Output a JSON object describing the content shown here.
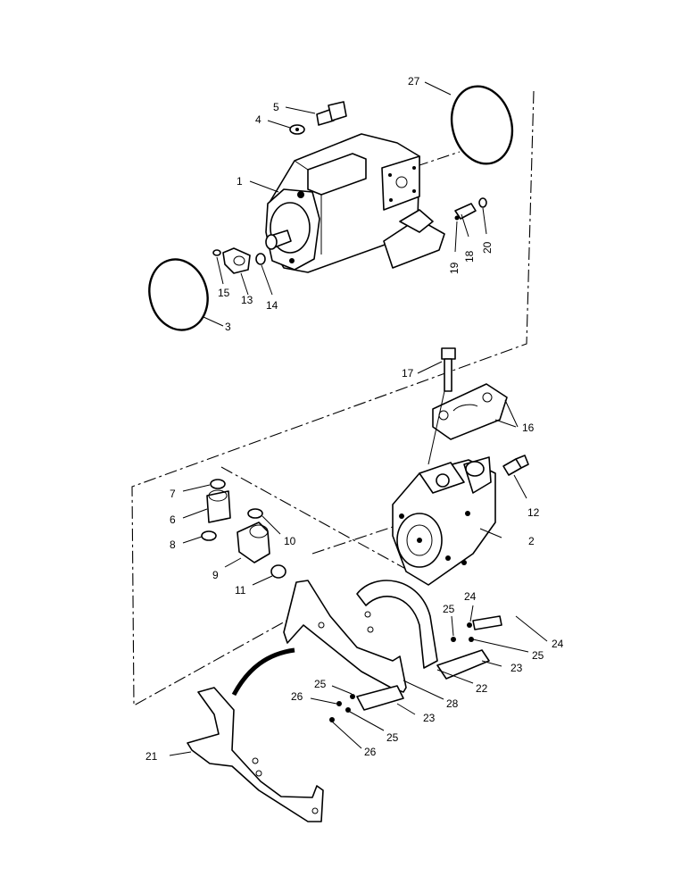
{
  "diagram": {
    "type": "exploded-parts-view",
    "callouts": [
      {
        "id": "c1",
        "label": "1"
      },
      {
        "id": "c2",
        "label": "2"
      },
      {
        "id": "c3",
        "label": "3"
      },
      {
        "id": "c4",
        "label": "4"
      },
      {
        "id": "c5",
        "label": "5"
      },
      {
        "id": "c6",
        "label": "6"
      },
      {
        "id": "c7",
        "label": "7"
      },
      {
        "id": "c8",
        "label": "8"
      },
      {
        "id": "c9",
        "label": "9"
      },
      {
        "id": "c10",
        "label": "10"
      },
      {
        "id": "c11",
        "label": "11"
      },
      {
        "id": "c12",
        "label": "12"
      },
      {
        "id": "c13",
        "label": "13"
      },
      {
        "id": "c14",
        "label": "14"
      },
      {
        "id": "c15",
        "label": "15"
      },
      {
        "id": "c16",
        "label": "16"
      },
      {
        "id": "c17",
        "label": "17"
      },
      {
        "id": "c18",
        "label": "18"
      },
      {
        "id": "c19",
        "label": "19"
      },
      {
        "id": "c20",
        "label": "20"
      },
      {
        "id": "c21",
        "label": "21"
      },
      {
        "id": "c22",
        "label": "22"
      },
      {
        "id": "c23a",
        "label": "23"
      },
      {
        "id": "c23b",
        "label": "23"
      },
      {
        "id": "c24a",
        "label": "24"
      },
      {
        "id": "c24b",
        "label": "24"
      },
      {
        "id": "c25a",
        "label": "25"
      },
      {
        "id": "c25b",
        "label": "25"
      },
      {
        "id": "c25c",
        "label": "25"
      },
      {
        "id": "c25d",
        "label": "25"
      },
      {
        "id": "c26a",
        "label": "26"
      },
      {
        "id": "c26b",
        "label": "26"
      },
      {
        "id": "c27",
        "label": "27"
      },
      {
        "id": "c28",
        "label": "28"
      }
    ]
  }
}
